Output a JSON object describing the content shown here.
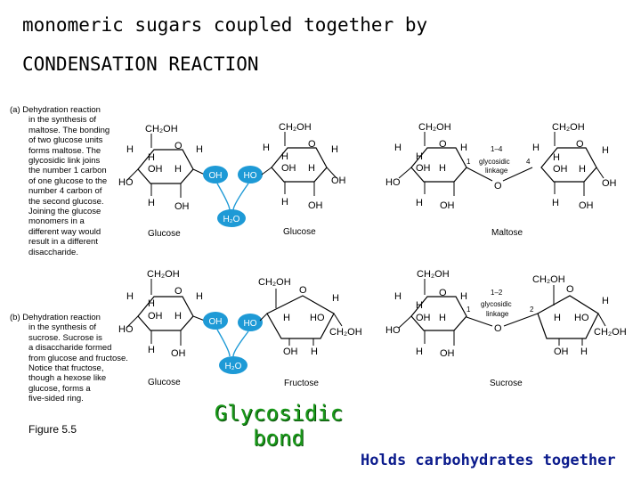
{
  "slide": {
    "title_line1": "monomeric sugars coupled together by",
    "title_line2": "CONDENSATION REACTION",
    "caption_a_lines": [
      "(a) Dehydration reaction",
      "in the synthesis of",
      "maltose. The bonding",
      "of two glucose units",
      "forms maltose. The",
      "glycosidic link joins",
      "the number 1 carbon",
      "of one glucose to the",
      "number 4 carbon of",
      "the second glucose.",
      "Joining the glucose",
      "monomers in a",
      "different way would",
      "result in a different",
      "disaccharide."
    ],
    "caption_b_lines": [
      "(b) Dehydration reaction",
      "in the synthesis of",
      "sucrose. Sucrose is",
      "a disaccharide formed",
      "from glucose and fructose.",
      "Notice that fructose,",
      "though a hexose like",
      "glucose, forms a",
      "five-sided ring."
    ],
    "figure_label": "Figure 5.5",
    "glycosidic_bond": "Glycosidic bond",
    "holds_text": "Holds carbohydrates together"
  },
  "labels": {
    "glucose": "Glucose",
    "maltose": "Maltose",
    "fructose": "Fructose",
    "sucrose": "Sucrose",
    "water": "H₂O",
    "ch2oh": "CH₂OH",
    "oh": "OH",
    "ho": "HO",
    "h": "H",
    "o": "O",
    "glycosidic_linkage_1": "glycosidic",
    "glycosidic_linkage_2": "linkage",
    "bond_14": "1–4",
    "bond_12": "1–2",
    "num_1": "1",
    "num_2": "2",
    "num_4": "4"
  },
  "colors": {
    "bubble_fill": "#1e9ad6",
    "bubble_text": "#ffffff",
    "glycosidic_green": "#1a9a1a",
    "holds_blue": "#0a1a8c"
  }
}
